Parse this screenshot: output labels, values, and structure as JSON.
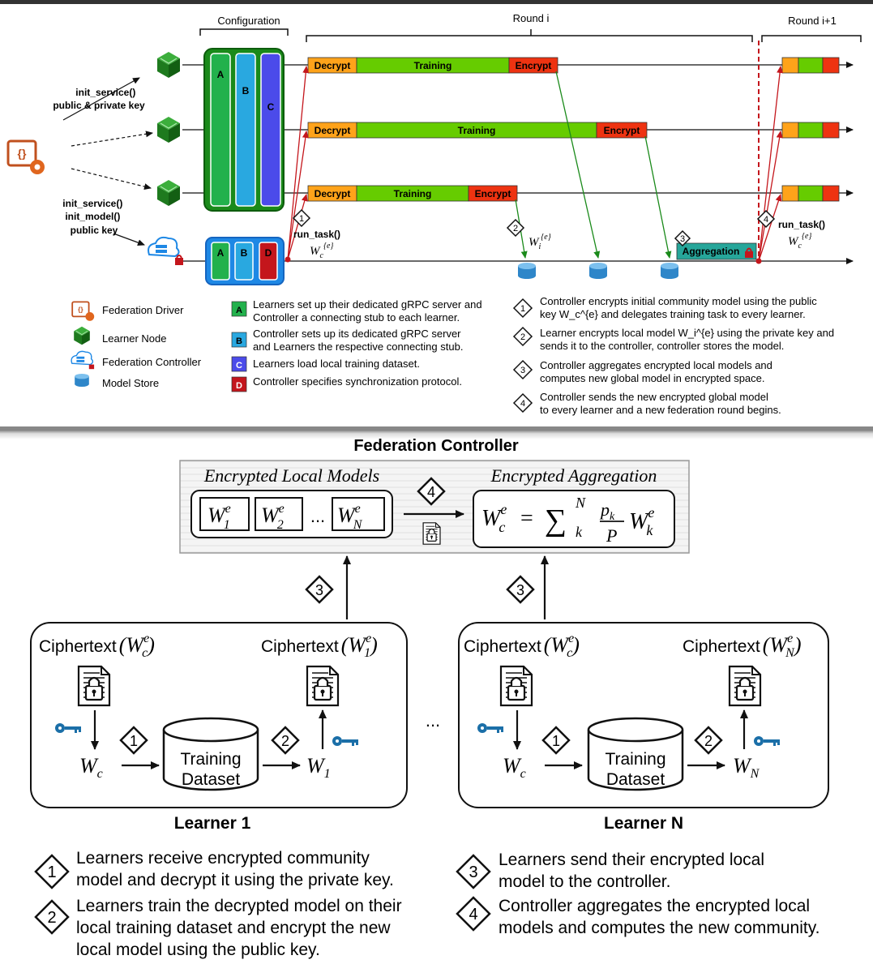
{
  "top": {
    "configuration_label": "Configuration",
    "round_i_label": "Round i",
    "round_next_label": "Round i+1",
    "config_bars": [
      "A",
      "B",
      "C"
    ],
    "controller_bars": [
      "A",
      "B",
      "D"
    ],
    "init1": [
      "init_service()",
      "public & private key"
    ],
    "init2": [
      "init_service()",
      "init_model()",
      "public key"
    ],
    "rows": [
      {
        "decrypt": "Decrypt",
        "training": "Training",
        "encrypt": "Encrypt"
      },
      {
        "decrypt": "Decrypt",
        "training": "Training",
        "encrypt": "Encrypt"
      },
      {
        "decrypt": "Decrypt",
        "training": "Training",
        "encrypt": "Encrypt"
      }
    ],
    "aggregation_label": "Aggregation",
    "step_numbers": [
      "1",
      "2",
      "3",
      "4"
    ],
    "run_task_1": "run_task()",
    "run_task_4": "run_task()",
    "math_wc": "W",
    "math_wc_sub": "c",
    "math_wc_sup": "{e}",
    "math_wi": "W",
    "math_wi_sub": "i",
    "math_wi_sup": "{e}",
    "legend_icons": [
      {
        "icon": "federation-driver-icon",
        "label": "Federation Driver"
      },
      {
        "icon": "learner-node-icon",
        "label": "Learner Node"
      },
      {
        "icon": "federation-controller-icon",
        "label": "Federation Controller"
      },
      {
        "icon": "model-store-icon",
        "label": "Model Store"
      }
    ],
    "legend_phases": [
      {
        "key": "A",
        "color": "#22b14c",
        "lines": [
          "Learners set up their dedicated gRPC server and",
          "Controller a connecting stub to each learner."
        ]
      },
      {
        "key": "B",
        "color": "#29a8e0",
        "lines": [
          "Controller sets up its dedicated gRPC server",
          "and Learners the respective connecting stub."
        ]
      },
      {
        "key": "C",
        "color": "#4b4bea",
        "lines": [
          "Learners load local training dataset."
        ]
      },
      {
        "key": "D",
        "color": "#c4161c",
        "lines": [
          "Controller specifies synchronization protocol."
        ]
      }
    ],
    "legend_steps": [
      {
        "num": "1",
        "lines": [
          "Controller encrypts initial community model using the public",
          "key W_c^{e} and delegates training task  to every learner."
        ]
      },
      {
        "num": "2",
        "lines": [
          "Learner encrypts local model  W_i^{e} using the private key and",
          "sends it to the controller, controller stores the model."
        ]
      },
      {
        "num": "3",
        "lines": [
          "Controller aggregates encrypted local models and",
          "computes new global model in encrypted space."
        ]
      },
      {
        "num": "4",
        "lines": [
          "Controller sends the new encrypted global model",
          "to every learner and a new federation round begins."
        ]
      }
    ],
    "colors": {
      "decrypt": "#ffa31a",
      "training": "#66cc00",
      "encrypt": "#ee3311",
      "aggregation": "#26a69a",
      "config_bg": "#1a8a1a",
      "controller_bg": "#1e88e5"
    }
  },
  "bottom": {
    "title": "Federation Controller",
    "encrypted_local_models": "Encrypted Local Models",
    "encrypted_aggregation": "Encrypted Aggregation",
    "local_models": [
      {
        "base": "W",
        "sup": "e",
        "sub": "1"
      },
      {
        "base": "W",
        "sup": "e",
        "sub": "2"
      },
      {
        "base": "W",
        "sup": "e",
        "sub": "N"
      }
    ],
    "ellipsis": "...",
    "formula": {
      "lhs": "W",
      "lhs_sup": "e",
      "lhs_sub": "c",
      "eq": "=",
      "sum": "∑",
      "sum_sup": "N",
      "sum_sub": "k",
      "frac_num": "p",
      "frac_num_sub": "k",
      "frac_den": "P",
      "rhs": "W",
      "rhs_sup": "e",
      "rhs_sub": "k"
    },
    "learners": [
      {
        "name": "Learner 1",
        "ct_left": "Ciphertext",
        "ct_left_math": {
          "base": "W",
          "sup": "e",
          "sub": "c"
        },
        "ct_right": "Ciphertext",
        "ct_right_math": {
          "base": "W",
          "sup": "e",
          "sub": "1"
        },
        "wc": {
          "base": "W",
          "sub": "c"
        },
        "wout": {
          "base": "W",
          "sub": "1"
        },
        "dataset": [
          "Training",
          "Dataset"
        ]
      },
      {
        "name": "Learner N",
        "ct_left": "Ciphertext",
        "ct_left_math": {
          "base": "W",
          "sup": "e",
          "sub": "c"
        },
        "ct_right": "Ciphertext",
        "ct_right_math": {
          "base": "W",
          "sup": "e",
          "sub": "N"
        },
        "wc": {
          "base": "W",
          "sub": "c"
        },
        "wout": {
          "base": "W",
          "sub": "N"
        },
        "dataset": [
          "Training",
          "Dataset"
        ]
      }
    ],
    "learner_ellipsis": "...",
    "steps": [
      {
        "num": "1",
        "lines": [
          "Learners receive encrypted community",
          "model and decrypt it using the private key."
        ]
      },
      {
        "num": "2",
        "lines": [
          "Learners train the decrypted model on their",
          "local training dataset and encrypt the new",
          "local model using the public key."
        ]
      },
      {
        "num": "3",
        "lines": [
          "Learners send their encrypted local",
          "model to the controller."
        ]
      },
      {
        "num": "4",
        "lines": [
          "Controller aggregates the encrypted local",
          "models and computes the new community."
        ]
      }
    ],
    "key_color": "#1b6fa8"
  }
}
